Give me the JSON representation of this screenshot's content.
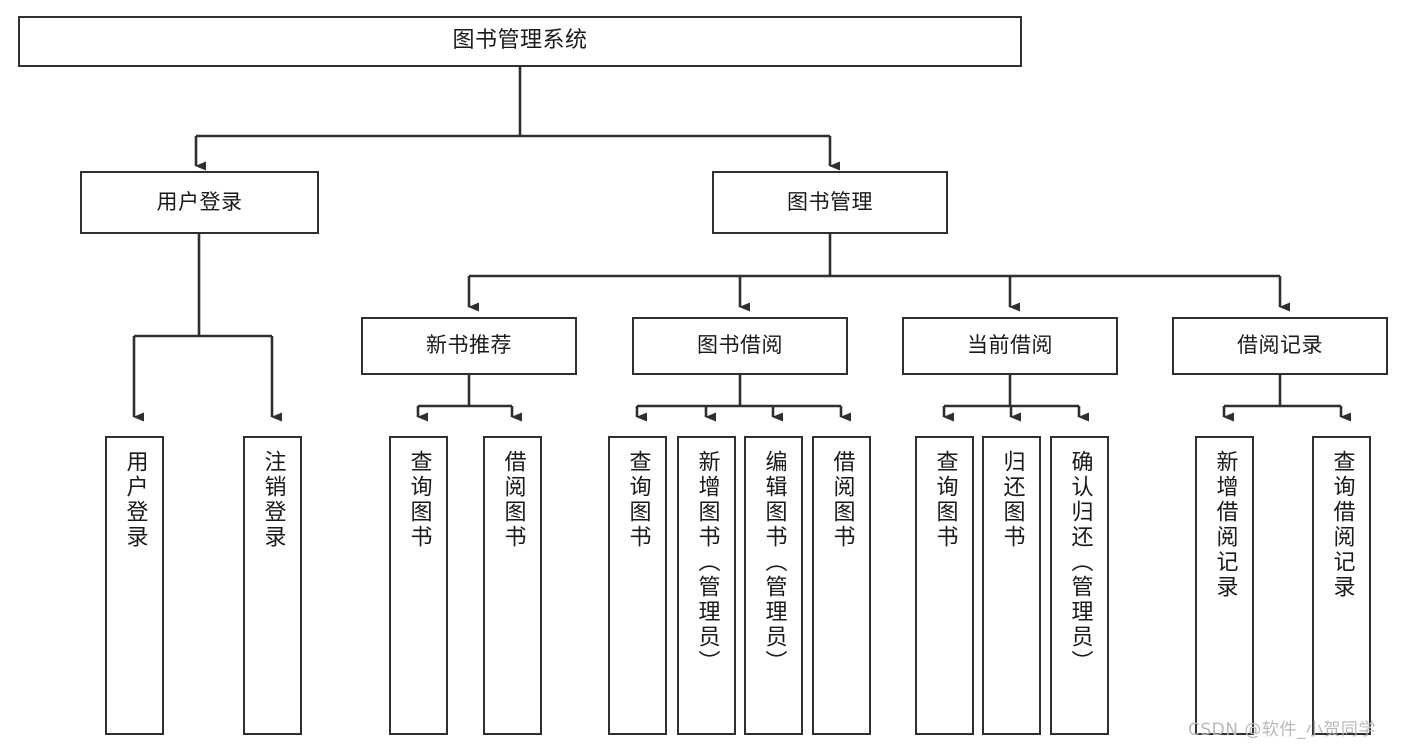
{
  "diagram": {
    "title": "图书管理系统",
    "type": "tree",
    "orientation": "top-down",
    "colors": {
      "node_border": "#2f2f2f",
      "node_fill": "#ffffff",
      "edge": "#2f2f2f",
      "text": "#1a1a1a",
      "watermark": "#b9b9b9",
      "background": "#ffffff"
    }
  },
  "nodes": {
    "root": {
      "label": "图书管理系统"
    },
    "level2": [
      {
        "id": "user-login",
        "label": "用户登录"
      },
      {
        "id": "book-management",
        "label": "图书管理"
      }
    ],
    "level3": [
      {
        "id": "new-book-recommend",
        "label": "新书推荐"
      },
      {
        "id": "book-borrow",
        "label": "图书借阅"
      },
      {
        "id": "current-borrow",
        "label": "当前借阅"
      },
      {
        "id": "borrow-record",
        "label": "借阅记录"
      }
    ],
    "leaves": {
      "user-login": [
        {
          "id": "user-login-action",
          "label": "用户登录"
        },
        {
          "id": "user-logout-action",
          "label": "注销登录"
        }
      ],
      "new-book-recommend": [
        {
          "id": "query-book-1",
          "label": "查询图书"
        },
        {
          "id": "borrow-book-1",
          "label": "借阅图书"
        }
      ],
      "book-borrow": [
        {
          "id": "query-book-2",
          "label": "查询图书"
        },
        {
          "id": "add-book",
          "label": "新增图书（管理员）"
        },
        {
          "id": "edit-book",
          "label": "编辑图书（管理员）"
        },
        {
          "id": "borrow-book-2",
          "label": "借阅图书"
        }
      ],
      "current-borrow": [
        {
          "id": "query-book-3",
          "label": "查询图书"
        },
        {
          "id": "return-book",
          "label": "归还图书"
        },
        {
          "id": "confirm-return",
          "label": "确认归还（管理员）"
        }
      ],
      "borrow-record": [
        {
          "id": "add-borrow-record",
          "label": "新增借阅记录"
        },
        {
          "id": "query-borrow-record",
          "label": "查询借阅记录"
        }
      ]
    }
  },
  "watermark": {
    "text": "CSDN @软件_小贺同学"
  }
}
